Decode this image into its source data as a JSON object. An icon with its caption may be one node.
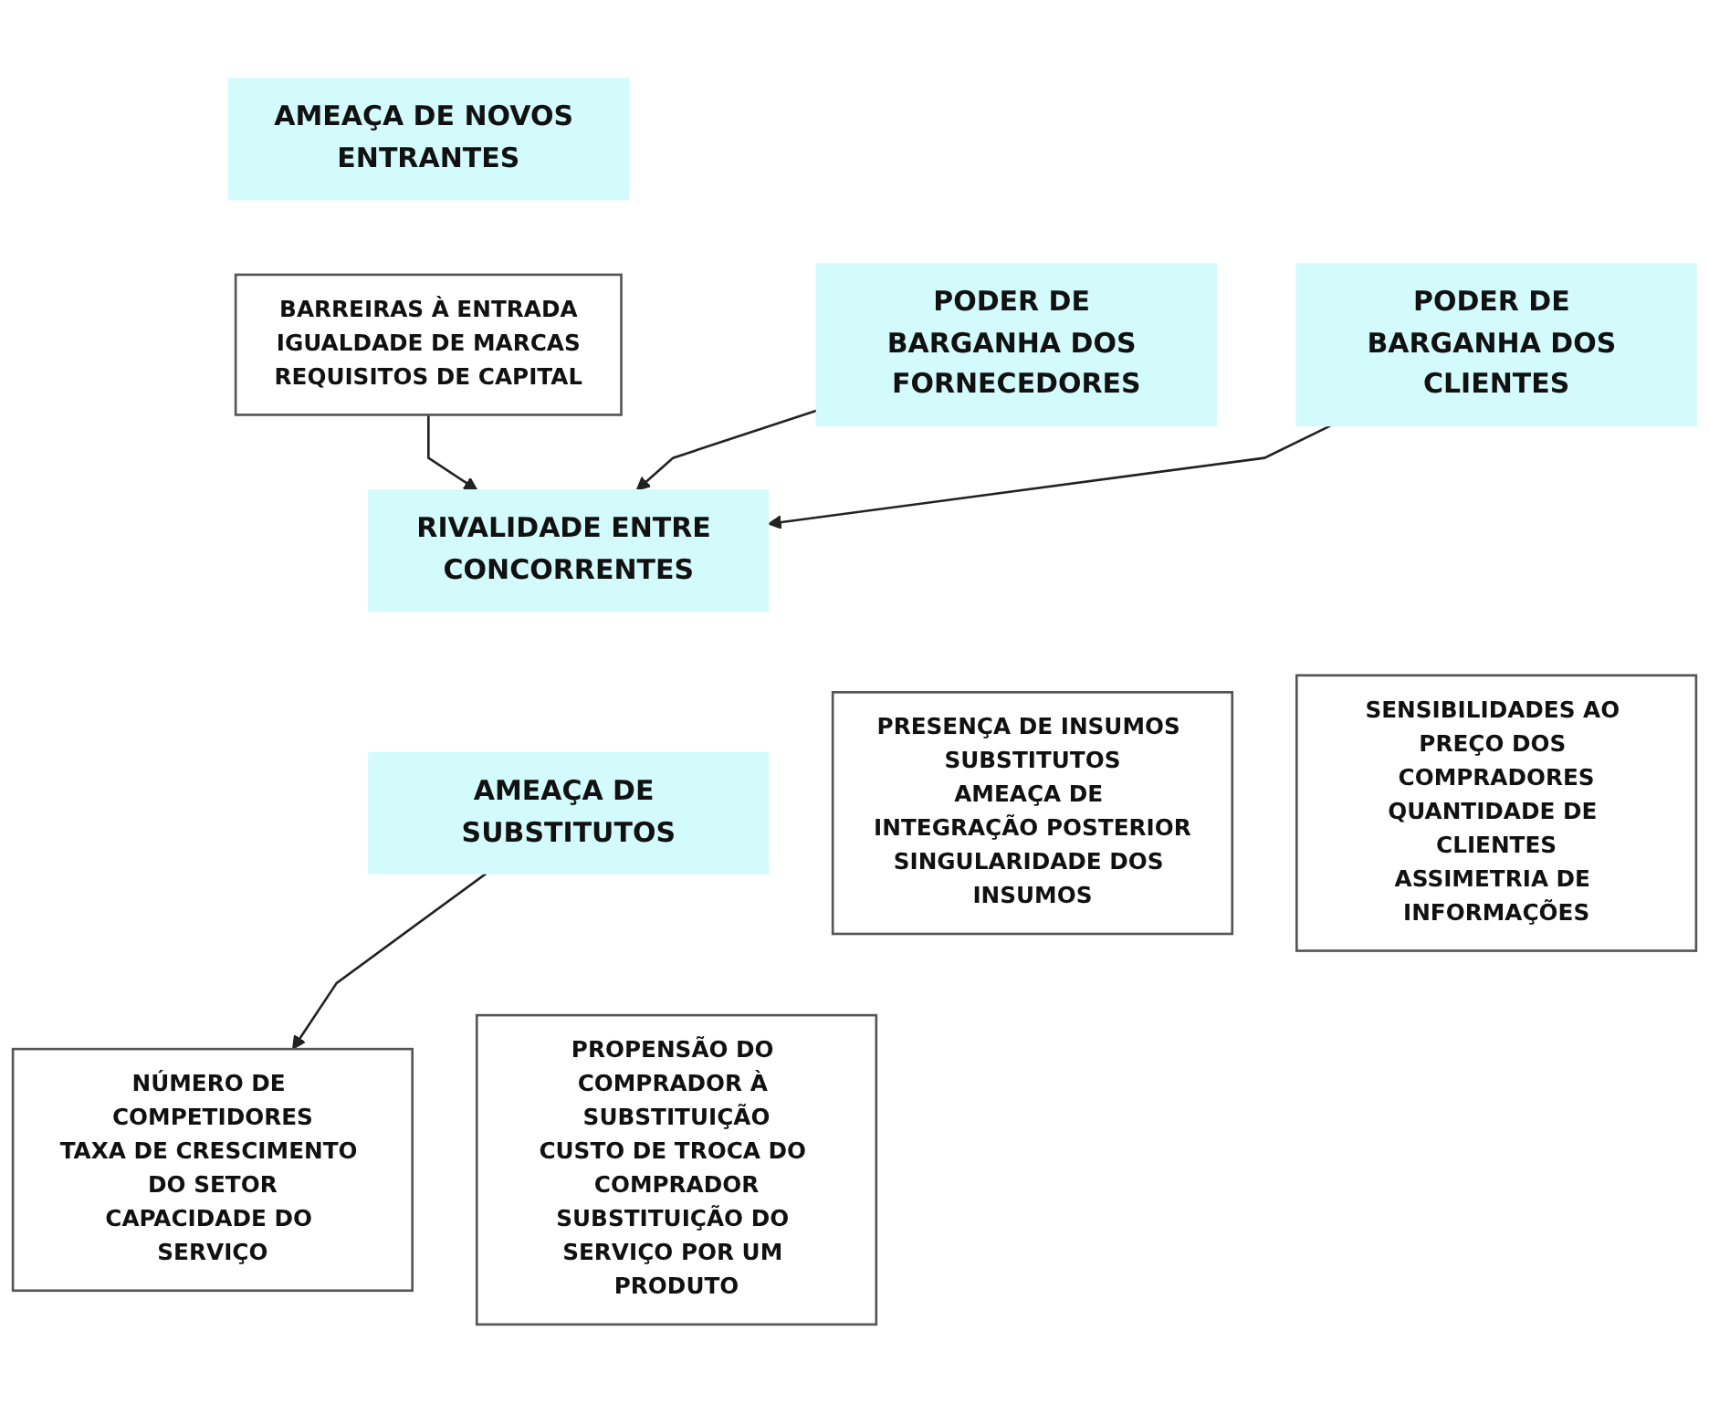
{
  "diagram": {
    "nodes": [
      {
        "text": [
          "AMEAÇA DE NOVOS ENTRANTES"
        ]
      },
      {
        "text": [
          "BARREIRAS À ENTRADA",
          "IGUALDADE DE MARCAS",
          "REQUISITOS DE CAPITAL"
        ]
      },
      {
        "text": [
          "PODER DE BARGANHA DOS FORNECEDORES"
        ]
      },
      {
        "text": [
          "RIVALIDADE ENTRE CONCORRENTES"
        ]
      },
      {
        "text": [
          "PODER DE BARGANHA DOS CLIENTES"
        ]
      },
      {
        "text": [
          "PRESENÇA DE INSUMOS SUBSTITUTOS",
          "AMEAÇA DE INTEGRAÇÃO POSTERIOR",
          "SINGULARIDADE DOS INSUMOS"
        ]
      },
      {
        "text": [
          "NÚMERO DE COMPETIDORES",
          "TAXA DE CRESCIMENTO DO SETOR",
          "CAPACIDADE DO SERVIÇO"
        ]
      },
      {
        "text": [
          "SENSIBILIDADES AO PREÇO DOS COMPRADORES",
          "QUANTIDADE DE CLIENTES",
          "ASSIMETRIA DE INFORMAÇÕES"
        ]
      },
      {
        "text": [
          "AMEAÇA DE SUBSTITUTOS"
        ]
      },
      {
        "text": [
          "PROPENSÃO DO COMPRADOR À SUBSTITUIÇÃO",
          "CUSTO DE TROCA DO COMPRADOR",
          "SUBSTITUIÇÃO DO SERVIÇO POR UM PRODUTO"
        ]
      }
    ],
    "edges": [
      {
        "from": 1,
        "to": 3,
        "arrow": "to"
      },
      {
        "from": 2,
        "to": 3,
        "arrow": "to"
      },
      {
        "from": 4,
        "to": 3,
        "arrow": "to"
      },
      {
        "from": 8,
        "to": 6,
        "arrow": "to"
      }
    ]
  }
}
